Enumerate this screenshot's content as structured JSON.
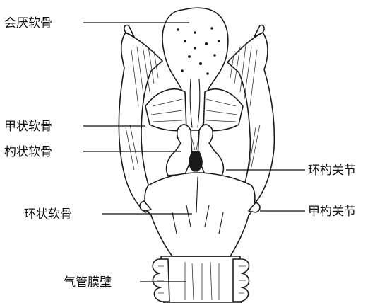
{
  "labels": {
    "epiglottis": "会厌软骨",
    "thyroid_cartilage": "甲状软骨",
    "arytenoid_cartilage": "杓状软骨",
    "cricoid_cartilage": "环状软骨",
    "tracheal_membrane": "气管膜壁",
    "cricoarytenoid_joint": "环杓关节",
    "cricothyroid_joint": "甲杓关节"
  }
}
